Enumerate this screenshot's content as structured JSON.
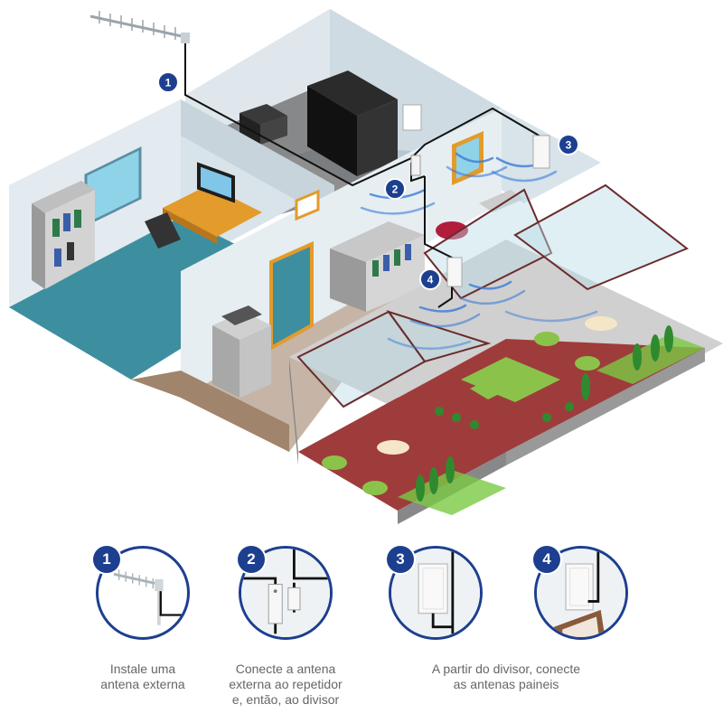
{
  "steps": [
    {
      "number": "1",
      "caption_lines": [
        "Instale uma",
        "antena externa"
      ]
    },
    {
      "number": "2",
      "caption_lines": [
        "Conecte a antena",
        "externa ao repetidor",
        "e, então, ao divisor"
      ]
    },
    {
      "number": "3",
      "caption_lines": []
    },
    {
      "number": "4",
      "caption_lines": []
    }
  ],
  "shared_caption_lines": [
    "A partir do divisor, conecte",
    "as antenas paineis"
  ],
  "scene_badges": [
    "1",
    "2",
    "3",
    "4"
  ],
  "icons": {
    "antenna": "yagi-antenna-icon",
    "repeater": "repeater-device-icon",
    "panel_antenna": "panel-antenna-icon"
  },
  "colors": {
    "brand_blue": "#1d3f8f",
    "cable": "#111111",
    "wall": "#c9d6df",
    "floor_office": "#3d8fa0",
    "floor_greenhouse": "#9e3c3c",
    "signal": "#3b7bd6"
  }
}
